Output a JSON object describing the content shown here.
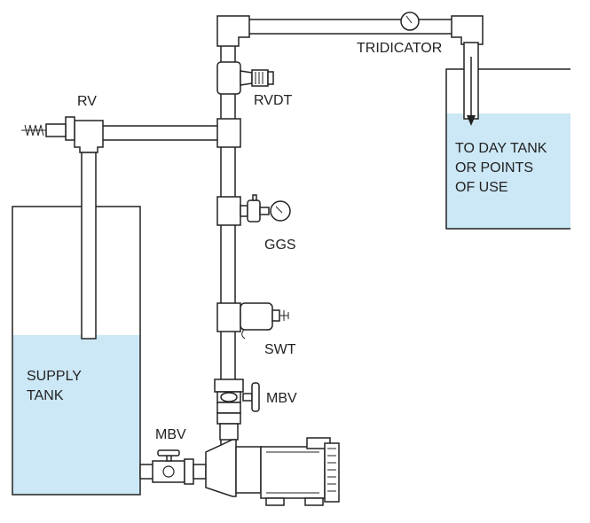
{
  "colors": {
    "water": "#cce7f5",
    "line": "#222222",
    "background": "#ffffff"
  },
  "labels": {
    "rv": "RV",
    "rvdt": "RVDT",
    "tridicator": "TRIDICATOR",
    "ggs": "GGS",
    "swt": "SWT",
    "mbv_vertical": "MBV",
    "mbv_suction": "MBV",
    "supply_tank": [
      "SUPPLY",
      "TANK"
    ],
    "day_tank": [
      "TO DAY TANK",
      "OR POINTS",
      "OF USE"
    ]
  },
  "icons": [
    "gauge-icon",
    "valve-handle-icon",
    "spring-icon",
    "flow-arrow-icon",
    "pump-motor-icon"
  ]
}
